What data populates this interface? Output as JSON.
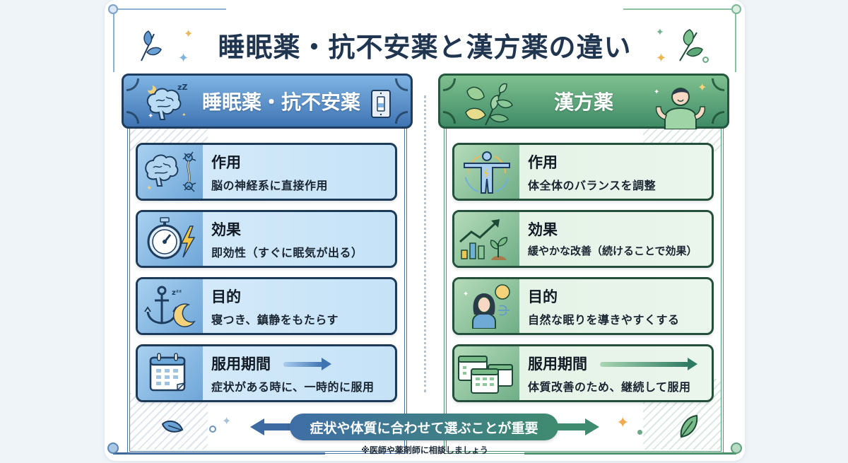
{
  "title": "睡眠薬・抗不安薬と漢方薬の違い",
  "colors": {
    "left_accent": "#3f74b3",
    "right_accent": "#3f8b67",
    "title_text": "#1f3550"
  },
  "left_column": {
    "header": "睡眠薬・抗不安薬",
    "header_icons": [
      "brain-sleep-icon",
      "light-switch-icon"
    ],
    "cards": [
      {
        "icon": "brain-neuron-icon",
        "title": "作用",
        "desc": "脳の神経系に直接作用"
      },
      {
        "icon": "stopwatch-lightning-icon",
        "title": "効果",
        "desc": "即効性（すぐに眠気が出る）"
      },
      {
        "icon": "anchor-moon-icon",
        "title": "目的",
        "desc": "寝つき、鎮静をもたらす"
      },
      {
        "icon": "calendar-icon",
        "title": "服用期間",
        "desc": "症状がある時に、一時的に服用",
        "arrow": "short-arrow"
      }
    ]
  },
  "right_column": {
    "header": "漢方薬",
    "header_icons": [
      "herb-leaves-icon",
      "happy-person-icon"
    ],
    "cards": [
      {
        "icon": "body-balance-icon",
        "title": "作用",
        "desc": "体全体のバランスを調整"
      },
      {
        "icon": "growth-chart-plant-icon",
        "title": "効果",
        "desc": "緩やかな改善（続けることで効果）"
      },
      {
        "icon": "woman-moon-icon",
        "title": "目的",
        "desc": "自然な眠りを導きやすくする"
      },
      {
        "icon": "multiple-calendars-icon",
        "title": "服用期間",
        "desc": "体質改善のため、継続して服用",
        "arrow": "long-arrow"
      }
    ]
  },
  "footer": {
    "banner": "症状や体質に合わせて選ぶことが重要",
    "note": "※医師や薬剤師に相談しましょう"
  }
}
